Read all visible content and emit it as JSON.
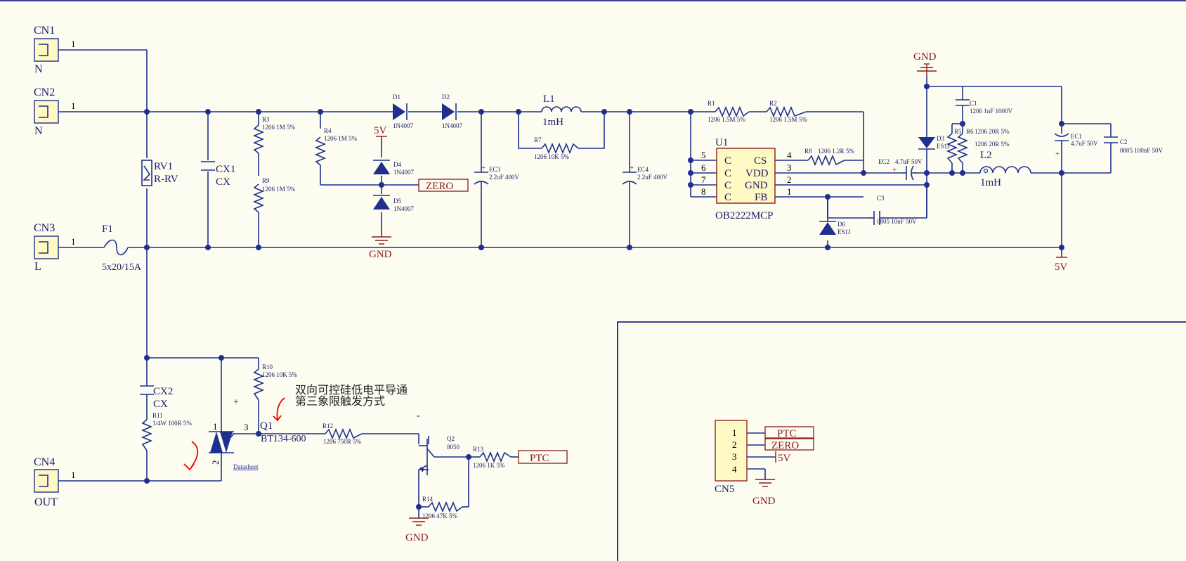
{
  "connectors": {
    "cn1": {
      "ref": "CN1",
      "pin": "1",
      "net": "N"
    },
    "cn2": {
      "ref": "CN2",
      "pin": "1",
      "net": "N"
    },
    "cn3": {
      "ref": "CN3",
      "pin": "1",
      "net": "L"
    },
    "cn4": {
      "ref": "CN4",
      "pin": "1",
      "net": "OUT"
    },
    "cn5": {
      "ref": "CN5",
      "pins": [
        "1",
        "2",
        "3",
        "4"
      ]
    }
  },
  "fuse": {
    "ref": "F1",
    "value": "5x20/15A"
  },
  "varistor": {
    "ref": "RV1",
    "value": "R-RV"
  },
  "caps": {
    "cx1": {
      "ref": "CX1",
      "value": "CX"
    },
    "cx2": {
      "ref": "CX2",
      "value": "CX"
    },
    "ec3": {
      "ref": "EC3",
      "value": "2.2uF 400V"
    },
    "ec4": {
      "ref": "EC4",
      "value": "2.2uF 400V"
    },
    "c1": {
      "ref": "C1",
      "value": "1206 1nF 1000V"
    },
    "ec1": {
      "ref": "EC1",
      "value": "4.7uF 50V"
    },
    "c2": {
      "ref": "C2",
      "value": "0805 100nF 50V"
    },
    "ec2": {
      "ref": "EC2",
      "value": "4.7uF 50V"
    },
    "c3": {
      "ref": "C3",
      "value": "0805 10nF 50V"
    }
  },
  "resistors": {
    "r3": {
      "ref": "R3",
      "value": "1206 1M 5%"
    },
    "r9": {
      "ref": "R9",
      "value": "1206 1M 5%"
    },
    "r4": {
      "ref": "R4",
      "value": "1206 1M 5%"
    },
    "r7": {
      "ref": "R7",
      "value": "1206 10K 5%"
    },
    "r1": {
      "ref": "R1",
      "value": "1206 1.5M 5%"
    },
    "r2": {
      "ref": "R2",
      "value": "1206 1.5M 5%"
    },
    "r8": {
      "ref": "R8",
      "value": "1206 1.2R 5%"
    },
    "r5": {
      "ref": "R5",
      "value": "1206 20R 5%"
    },
    "r6": {
      "ref": "R6",
      "value": "1206 20R 5%"
    },
    "r10": {
      "ref": "R10",
      "value": "1206 10K 5%"
    },
    "r11": {
      "ref": "R11",
      "value": "1/4W 100R 5%"
    },
    "r12": {
      "ref": "R12",
      "value": "1206 750R 5%"
    },
    "r13": {
      "ref": "R13",
      "value": "1206 1K 5%"
    },
    "r14": {
      "ref": "R14",
      "value": "1206 47K 5%"
    }
  },
  "diodes": {
    "d1": {
      "ref": "D1",
      "value": "1N4007"
    },
    "d2": {
      "ref": "D2",
      "value": "1N4007"
    },
    "d4": {
      "ref": "D4",
      "value": "1N4007"
    },
    "d5": {
      "ref": "D5",
      "value": "1N4007"
    },
    "d3": {
      "ref": "D3",
      "value": "ES1J"
    },
    "d6": {
      "ref": "D6",
      "value": "ES1J"
    }
  },
  "inductors": {
    "l1": {
      "ref": "L1",
      "value": "1mH"
    },
    "l2": {
      "ref": "L2",
      "value": "1mH"
    }
  },
  "u1": {
    "ref": "U1",
    "value": "OB2222MCP",
    "left_pins": [
      "5",
      "6",
      "7",
      "8"
    ],
    "left_names": [
      "C",
      "C",
      "C",
      "C"
    ],
    "right_pins": [
      "4",
      "3",
      "2",
      "1"
    ],
    "right_names": [
      "CS",
      "VDD",
      "GND",
      "FB"
    ]
  },
  "q1": {
    "ref": "Q1",
    "value": "BT134-600",
    "pins": [
      "1",
      "2",
      "3"
    ],
    "link": "Datasheet",
    "plus": "+",
    "minus": "-"
  },
  "q2": {
    "ref": "Q2",
    "value": "8050"
  },
  "nets": {
    "gnd": "GND",
    "v5": "5V",
    "zero": "ZERO",
    "ptc": "PTC"
  },
  "note": {
    "line1": "双向可控硅低电平导通",
    "line2": "第三象限触发方式"
  }
}
